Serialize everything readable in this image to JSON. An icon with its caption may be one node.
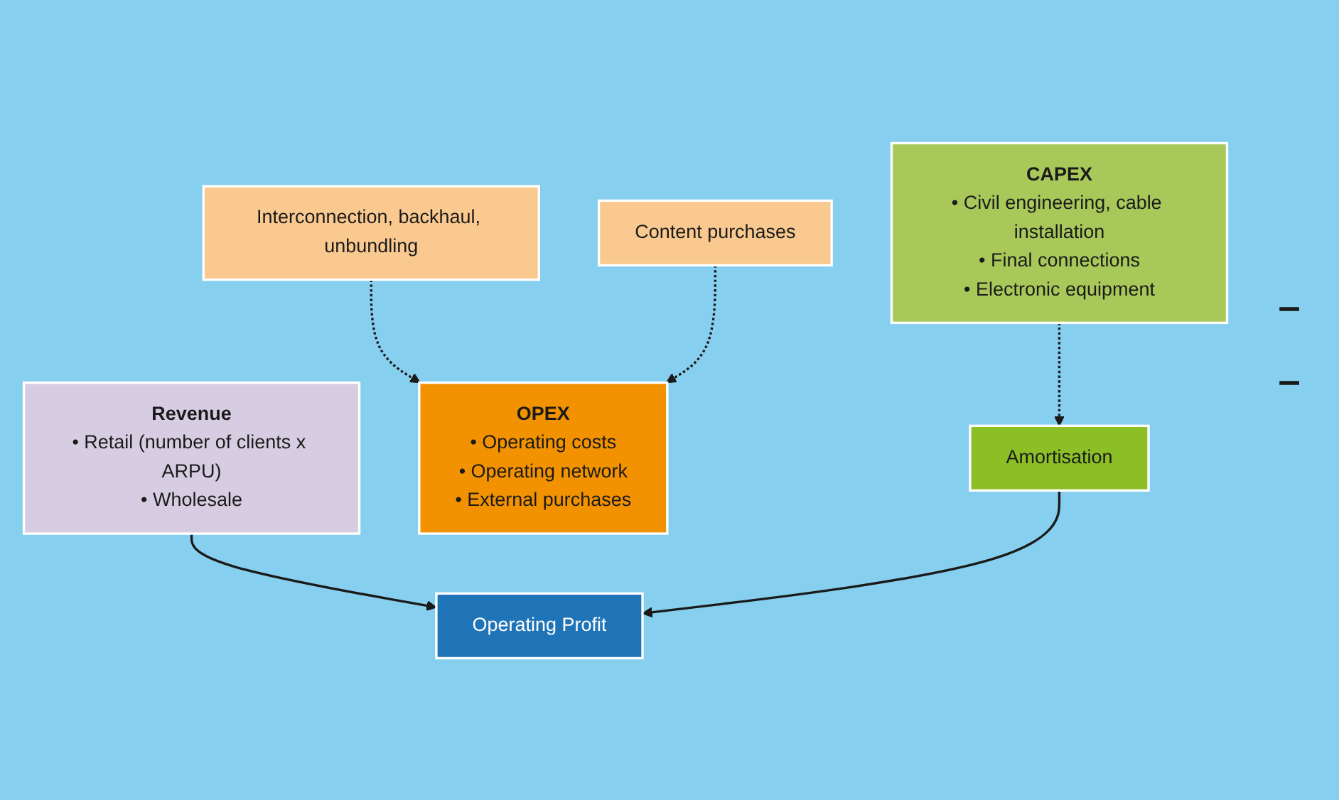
{
  "diagram": {
    "nodes": [
      {
        "text": [
          "Interconnection, backhaul, unbundling"
        ]
      },
      {
        "text": [
          "Content purchases"
        ]
      },
      {
        "text": [
          "CAPEX",
          "• Civil engineering, cable installation",
          "• Final connections",
          "• Electronic equipment"
        ]
      },
      {
        "text": [
          "Revenue",
          "• Retail (number of clients x ARPU)",
          "• Wholesale"
        ]
      },
      {
        "text": [
          "OPEX",
          "• Operating costs",
          "• Operating network",
          "• External purchases"
        ]
      },
      {
        "text": [
          "Amortisation"
        ]
      },
      {
        "text": [
          "Operating Profit"
        ]
      }
    ],
    "edges": [
      {
        "from": 0,
        "to": 4,
        "arrow": "to",
        "style": "dashed"
      },
      {
        "from": 1,
        "to": 4,
        "arrow": "to",
        "style": "dashed"
      },
      {
        "from": 2,
        "to": 5,
        "arrow": "to",
        "style": "dashed"
      },
      {
        "from": 3,
        "to": 6,
        "arrow": "to"
      },
      {
        "from": 5,
        "to": 6,
        "arrow": "to"
      }
    ],
    "labels": [
      "–",
      "–"
    ]
  }
}
